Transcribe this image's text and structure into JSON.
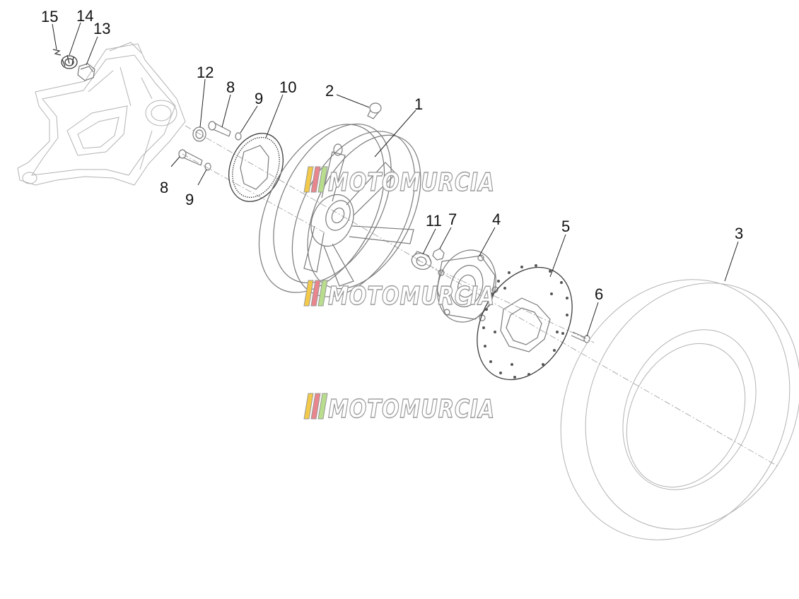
{
  "diagram": {
    "callouts": {
      "c1": "1",
      "c2": "2",
      "c3": "3",
      "c4": "4",
      "c5": "5",
      "c6": "6",
      "c7": "7",
      "c8a": "8",
      "c8b": "8",
      "c9a": "9",
      "c9b": "9",
      "c10": "10",
      "c11": "11",
      "c12": "12",
      "c13": "13",
      "c14": "14",
      "c15": "15"
    },
    "watermark": {
      "text": "MOTOMURCIA",
      "colors": [
        "#f3c94a",
        "#e9858c",
        "#b8dd8c"
      ]
    }
  }
}
